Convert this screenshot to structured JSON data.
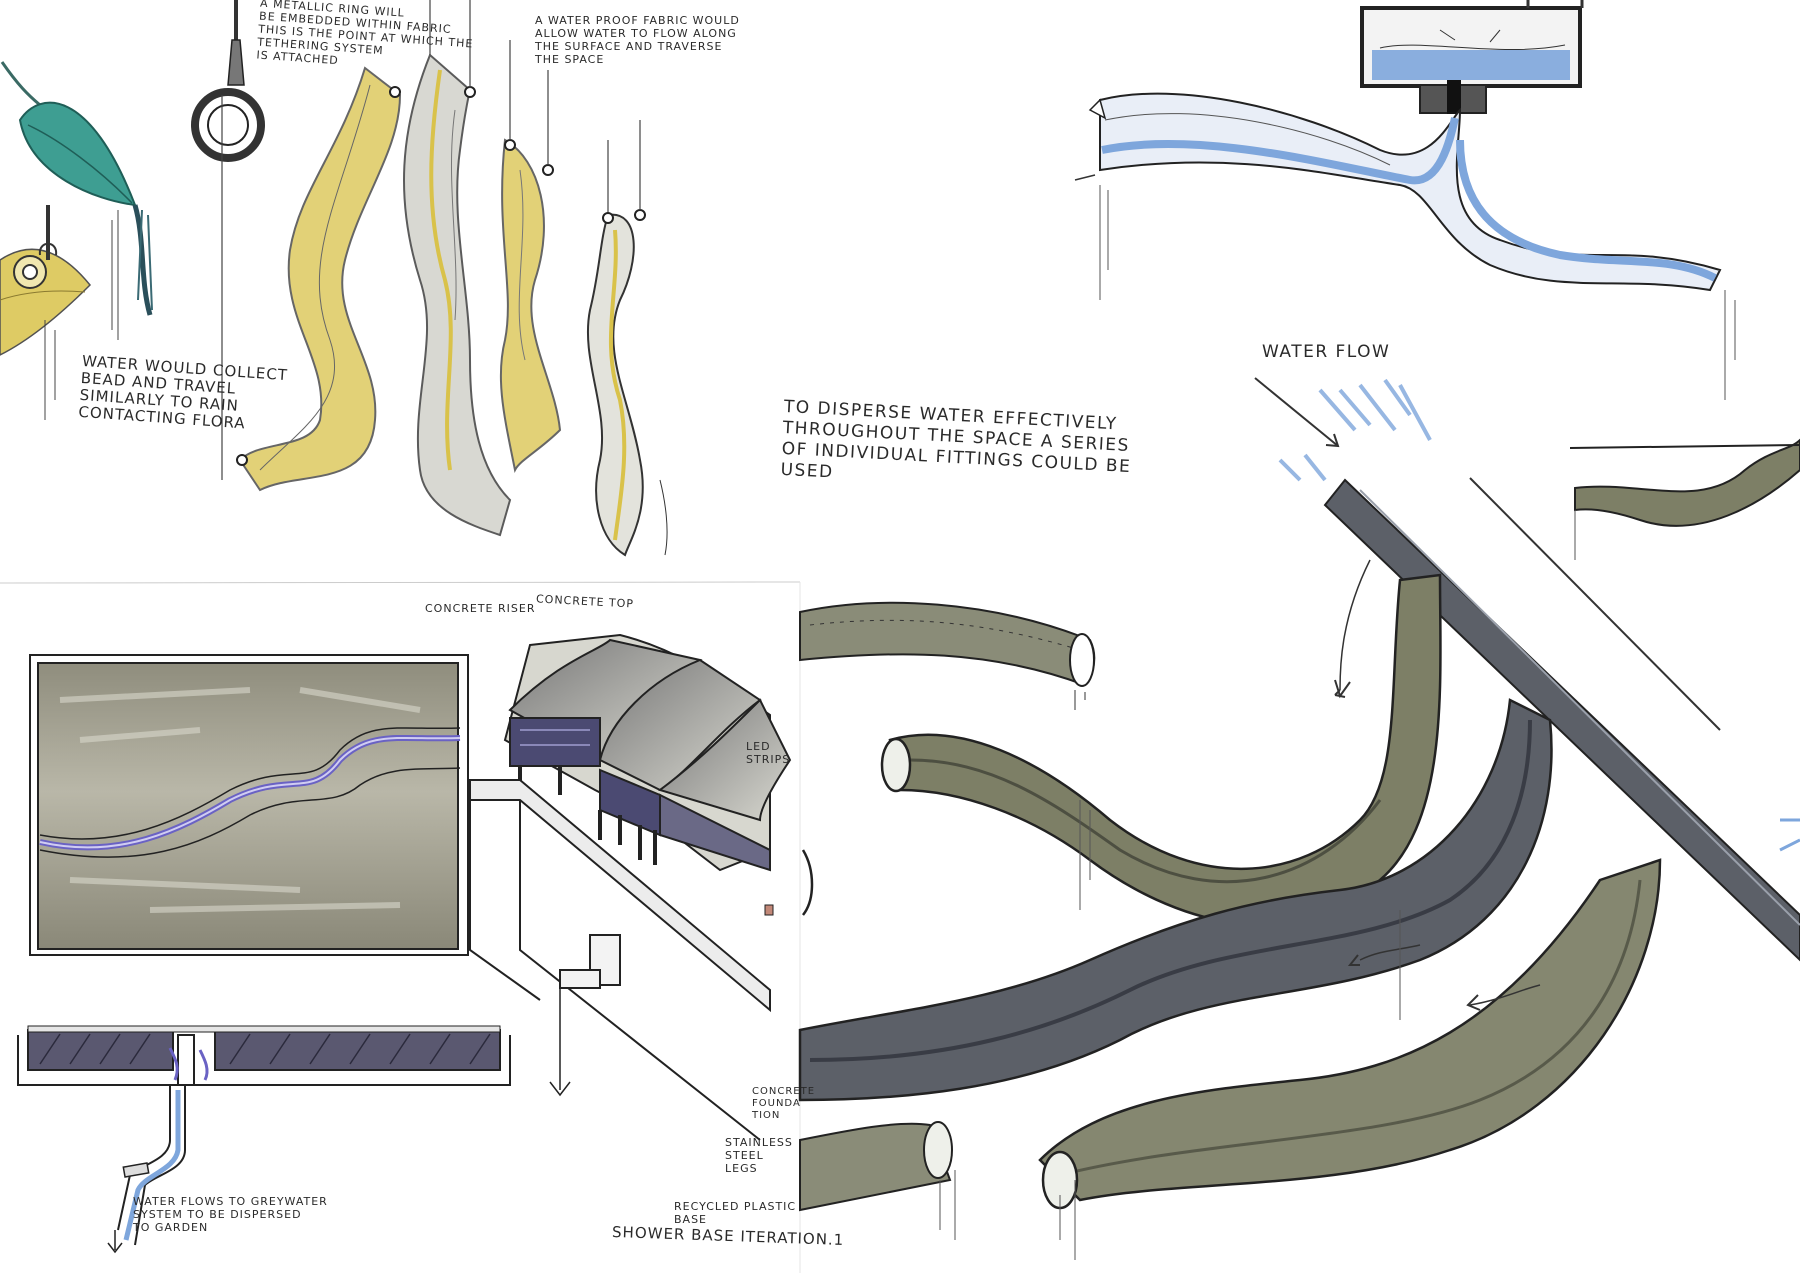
{
  "notes": {
    "metallic_ring": "A metallic ring will\nbe embedded within fabric\nthis is the point at which the\ntethering system\nis attached",
    "waterproof_fabric": "A water proof fabric would\nallow water to flow along\nthe surface and traverse\nthe space",
    "water_collect": "Water would collect\nbead and travel\nsimilarly to rain\ncontacting flora",
    "disperse_water": "To disperse water effectively\nthroughout the space a series\nof individual fittings could be\nused",
    "water_flow": "Water flow",
    "concrete_riser": "Concrete riser",
    "concrete_top": "Concrete top",
    "led_strips": "LED\nstrips",
    "concrete_foundation": "Concrete\nfounda\ntion",
    "stainless_steel_legs": "Stainless\nsteel\nlegs",
    "recycled_plastic_base": "Recycled plastic\nbase",
    "greywater": "Water flows to greywater\nsystem to be dispersed\nto garden",
    "shower_base_iteration": "Shower base iteration.1"
  },
  "colors": {
    "ink": "#2a2a2a",
    "fabric_yellow": "#d9c24a",
    "leaf_teal": "#3e9e92",
    "water_blue": "#7ea6dc",
    "channel_violet": "#6a62c4",
    "marker_grey": "#9a9a88",
    "pipe_dark": "#5c6068",
    "pipe_olive": "#7d7f66",
    "riser_purple": "#4b4a72"
  }
}
